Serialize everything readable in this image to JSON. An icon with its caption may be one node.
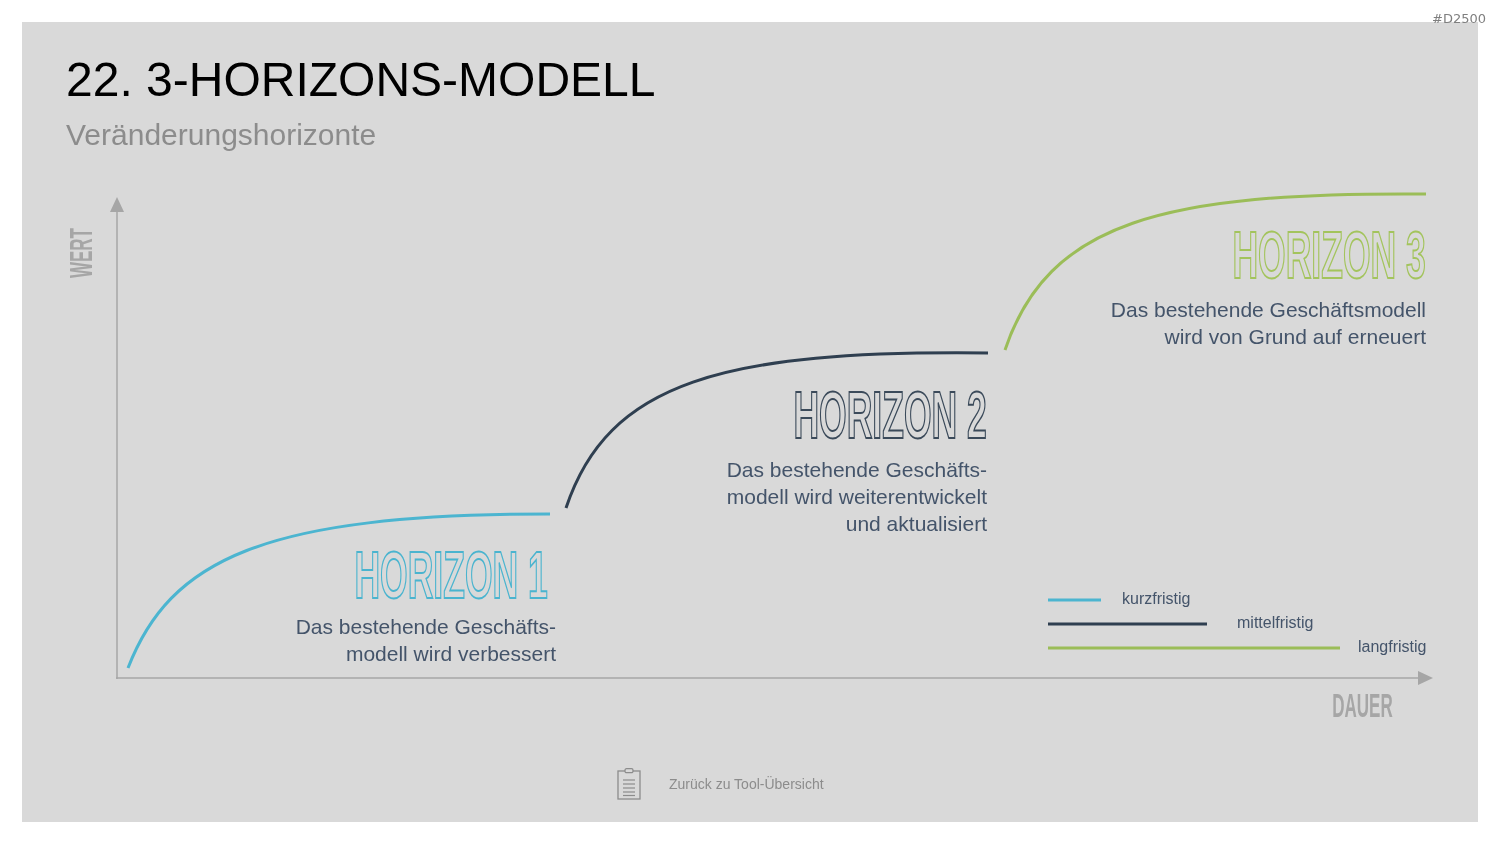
{
  "diagram": {
    "title": "22. 3-HORIZONS-MODELL",
    "labels": [
      "#D2500",
      "Veränderungshorizonte",
      "WERT",
      "HORIZON 3",
      "Das bestehende Geschäftsmodell wird von Grund auf erneuert",
      "HORIZON 2",
      "Das bestehende Geschäfts- modell wird weiterentwickelt und aktualisiert",
      "HORIZON 1",
      "Das bestehende Geschäfts- modell wird verbessert",
      "DAUER",
      "Zurück zu Tool-Übersicht"
    ],
    "legend": [
      {
        "text": "kurzfristig"
      },
      {
        "text": "mittelfristig"
      },
      {
        "text": "langfristig"
      }
    ]
  }
}
